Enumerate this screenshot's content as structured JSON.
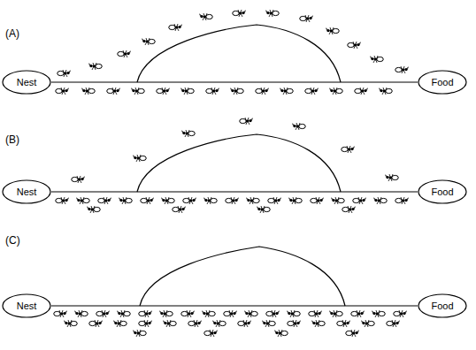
{
  "diagram": {
    "nodes": [
      {
        "text": [
          "Nest"
        ]
      },
      {
        "text": [
          "Food"
        ]
      },
      {
        "text": [
          "Nest"
        ]
      },
      {
        "text": [
          "Food"
        ]
      },
      {
        "text": [
          "Nest"
        ]
      },
      {
        "text": [
          "Food"
        ]
      }
    ],
    "edges": [
      {
        "from": 0,
        "to": 1,
        "arrow": "none"
      },
      {
        "from": 2,
        "to": 3,
        "arrow": "none"
      },
      {
        "from": 4,
        "to": 5,
        "arrow": "none"
      }
    ],
    "labels": [
      "(A)",
      "(B)",
      "(C)"
    ]
  }
}
